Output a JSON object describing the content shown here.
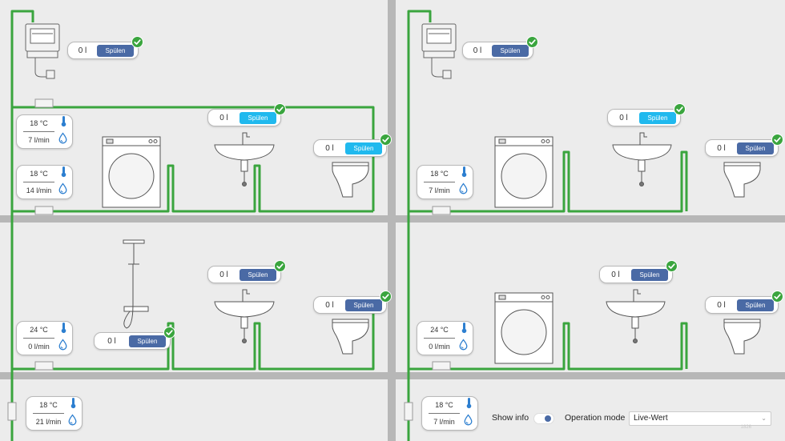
{
  "colors": {
    "pipe": "#3aa53e",
    "button_dark": "#4a6aa5",
    "button_light": "#20b9ee",
    "wall": "#b7b7b7",
    "background": "#ececec"
  },
  "flush_widgets": [
    {
      "id": "left-top-tank",
      "value": "0 l",
      "button": "Spülen",
      "state": "dark"
    },
    {
      "id": "left-f2-sink",
      "value": "0 l",
      "button": "Spülen",
      "state": "light"
    },
    {
      "id": "left-f2-toilet",
      "value": "0 l",
      "button": "Spülen",
      "state": "light"
    },
    {
      "id": "left-f1-sink",
      "value": "0 l",
      "button": "Spülen",
      "state": "dark"
    },
    {
      "id": "left-f1-toilet",
      "value": "0 l",
      "button": "Spülen",
      "state": "dark"
    },
    {
      "id": "left-f1-shower",
      "value": "0 l",
      "button": "Spülen",
      "state": "dark"
    },
    {
      "id": "right-top-tank",
      "value": "0 l",
      "button": "Spülen",
      "state": "dark"
    },
    {
      "id": "right-f2-sink",
      "value": "0 l",
      "button": "Spülen",
      "state": "light"
    },
    {
      "id": "right-f2-toilet",
      "value": "0 l",
      "button": "Spülen",
      "state": "dark"
    },
    {
      "id": "right-f1-sink",
      "value": "0 l",
      "button": "Spülen",
      "state": "dark"
    },
    {
      "id": "right-f1-toilet",
      "value": "0 l",
      "button": "Spülen",
      "state": "dark"
    }
  ],
  "sensors": [
    {
      "id": "left-f2-upper",
      "temp": "18 °C",
      "flow": "7 l/min"
    },
    {
      "id": "left-f2-lower",
      "temp": "18 °C",
      "flow": "14 l/min"
    },
    {
      "id": "left-f1",
      "temp": "24 °C",
      "flow": "0 l/min"
    },
    {
      "id": "left-f0",
      "temp": "18 °C",
      "flow": "21 l/min"
    },
    {
      "id": "right-f2",
      "temp": "18 °C",
      "flow": "7 l/min"
    },
    {
      "id": "right-f1",
      "temp": "24 °C",
      "flow": "0 l/min"
    },
    {
      "id": "right-f0",
      "temp": "18 °C",
      "flow": "7 l/min"
    }
  ],
  "controls": {
    "show_info_label": "Show info",
    "show_info_on": true,
    "operation_mode_label": "Operation mode",
    "operation_mode_value": "Live-Wert"
  },
  "icons": {
    "check": "check-icon",
    "thermometer": "thermometer-icon",
    "water_drop": "water-drop-icon",
    "select_chevron": "chevron-down-icon"
  },
  "watermark": "1826"
}
